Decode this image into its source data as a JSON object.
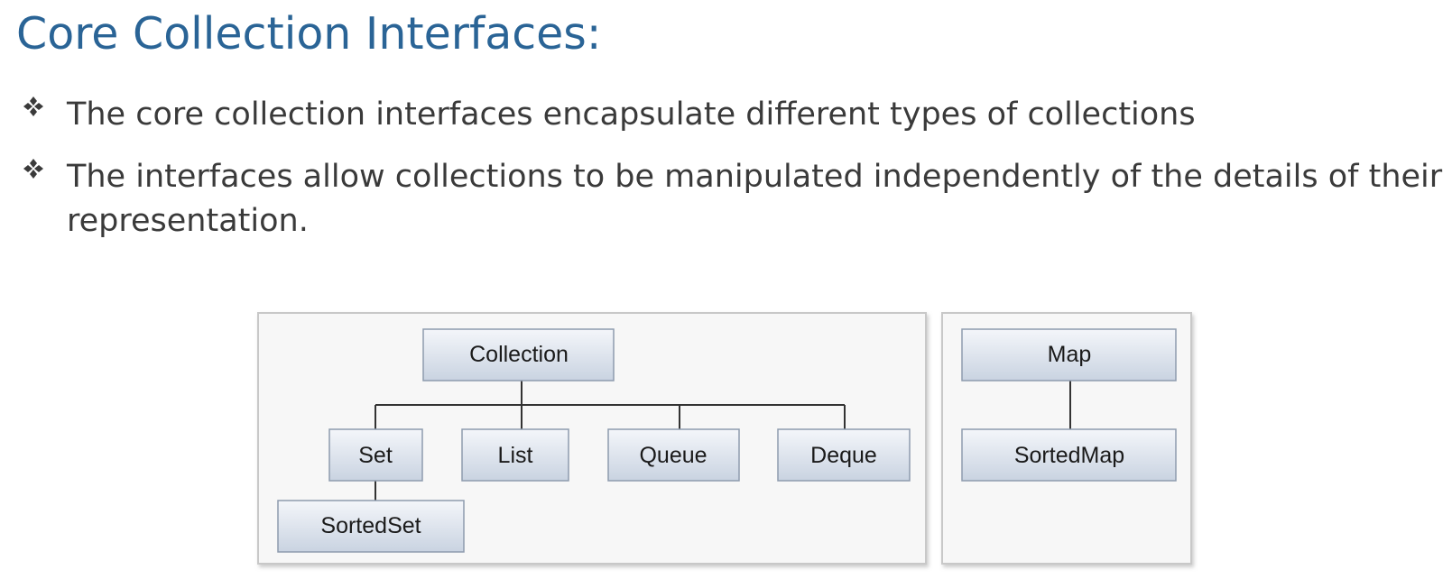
{
  "title": "Core Collection Interfaces:",
  "bullets": [
    "The core collection interfaces encapsulate different types of collections",
    "The interfaces allow collections to be manipulated independently of the details of their representation."
  ],
  "bullet_icon": "four-diamond-bullet-icon",
  "colors": {
    "title": "#2a6496",
    "text": "#3a3a3a",
    "node_top": "#f4f6fa",
    "node_bottom": "#c9d3e1",
    "panel_bg": "#f7f7f7",
    "panel_border": "#c8c8c8",
    "line": "#333333"
  },
  "diagram": {
    "collection_tree": {
      "root": "Collection",
      "children": [
        "Set",
        "List",
        "Queue",
        "Deque"
      ],
      "set_child": "SortedSet"
    },
    "map_tree": {
      "root": "Map",
      "child": "SortedMap"
    }
  }
}
